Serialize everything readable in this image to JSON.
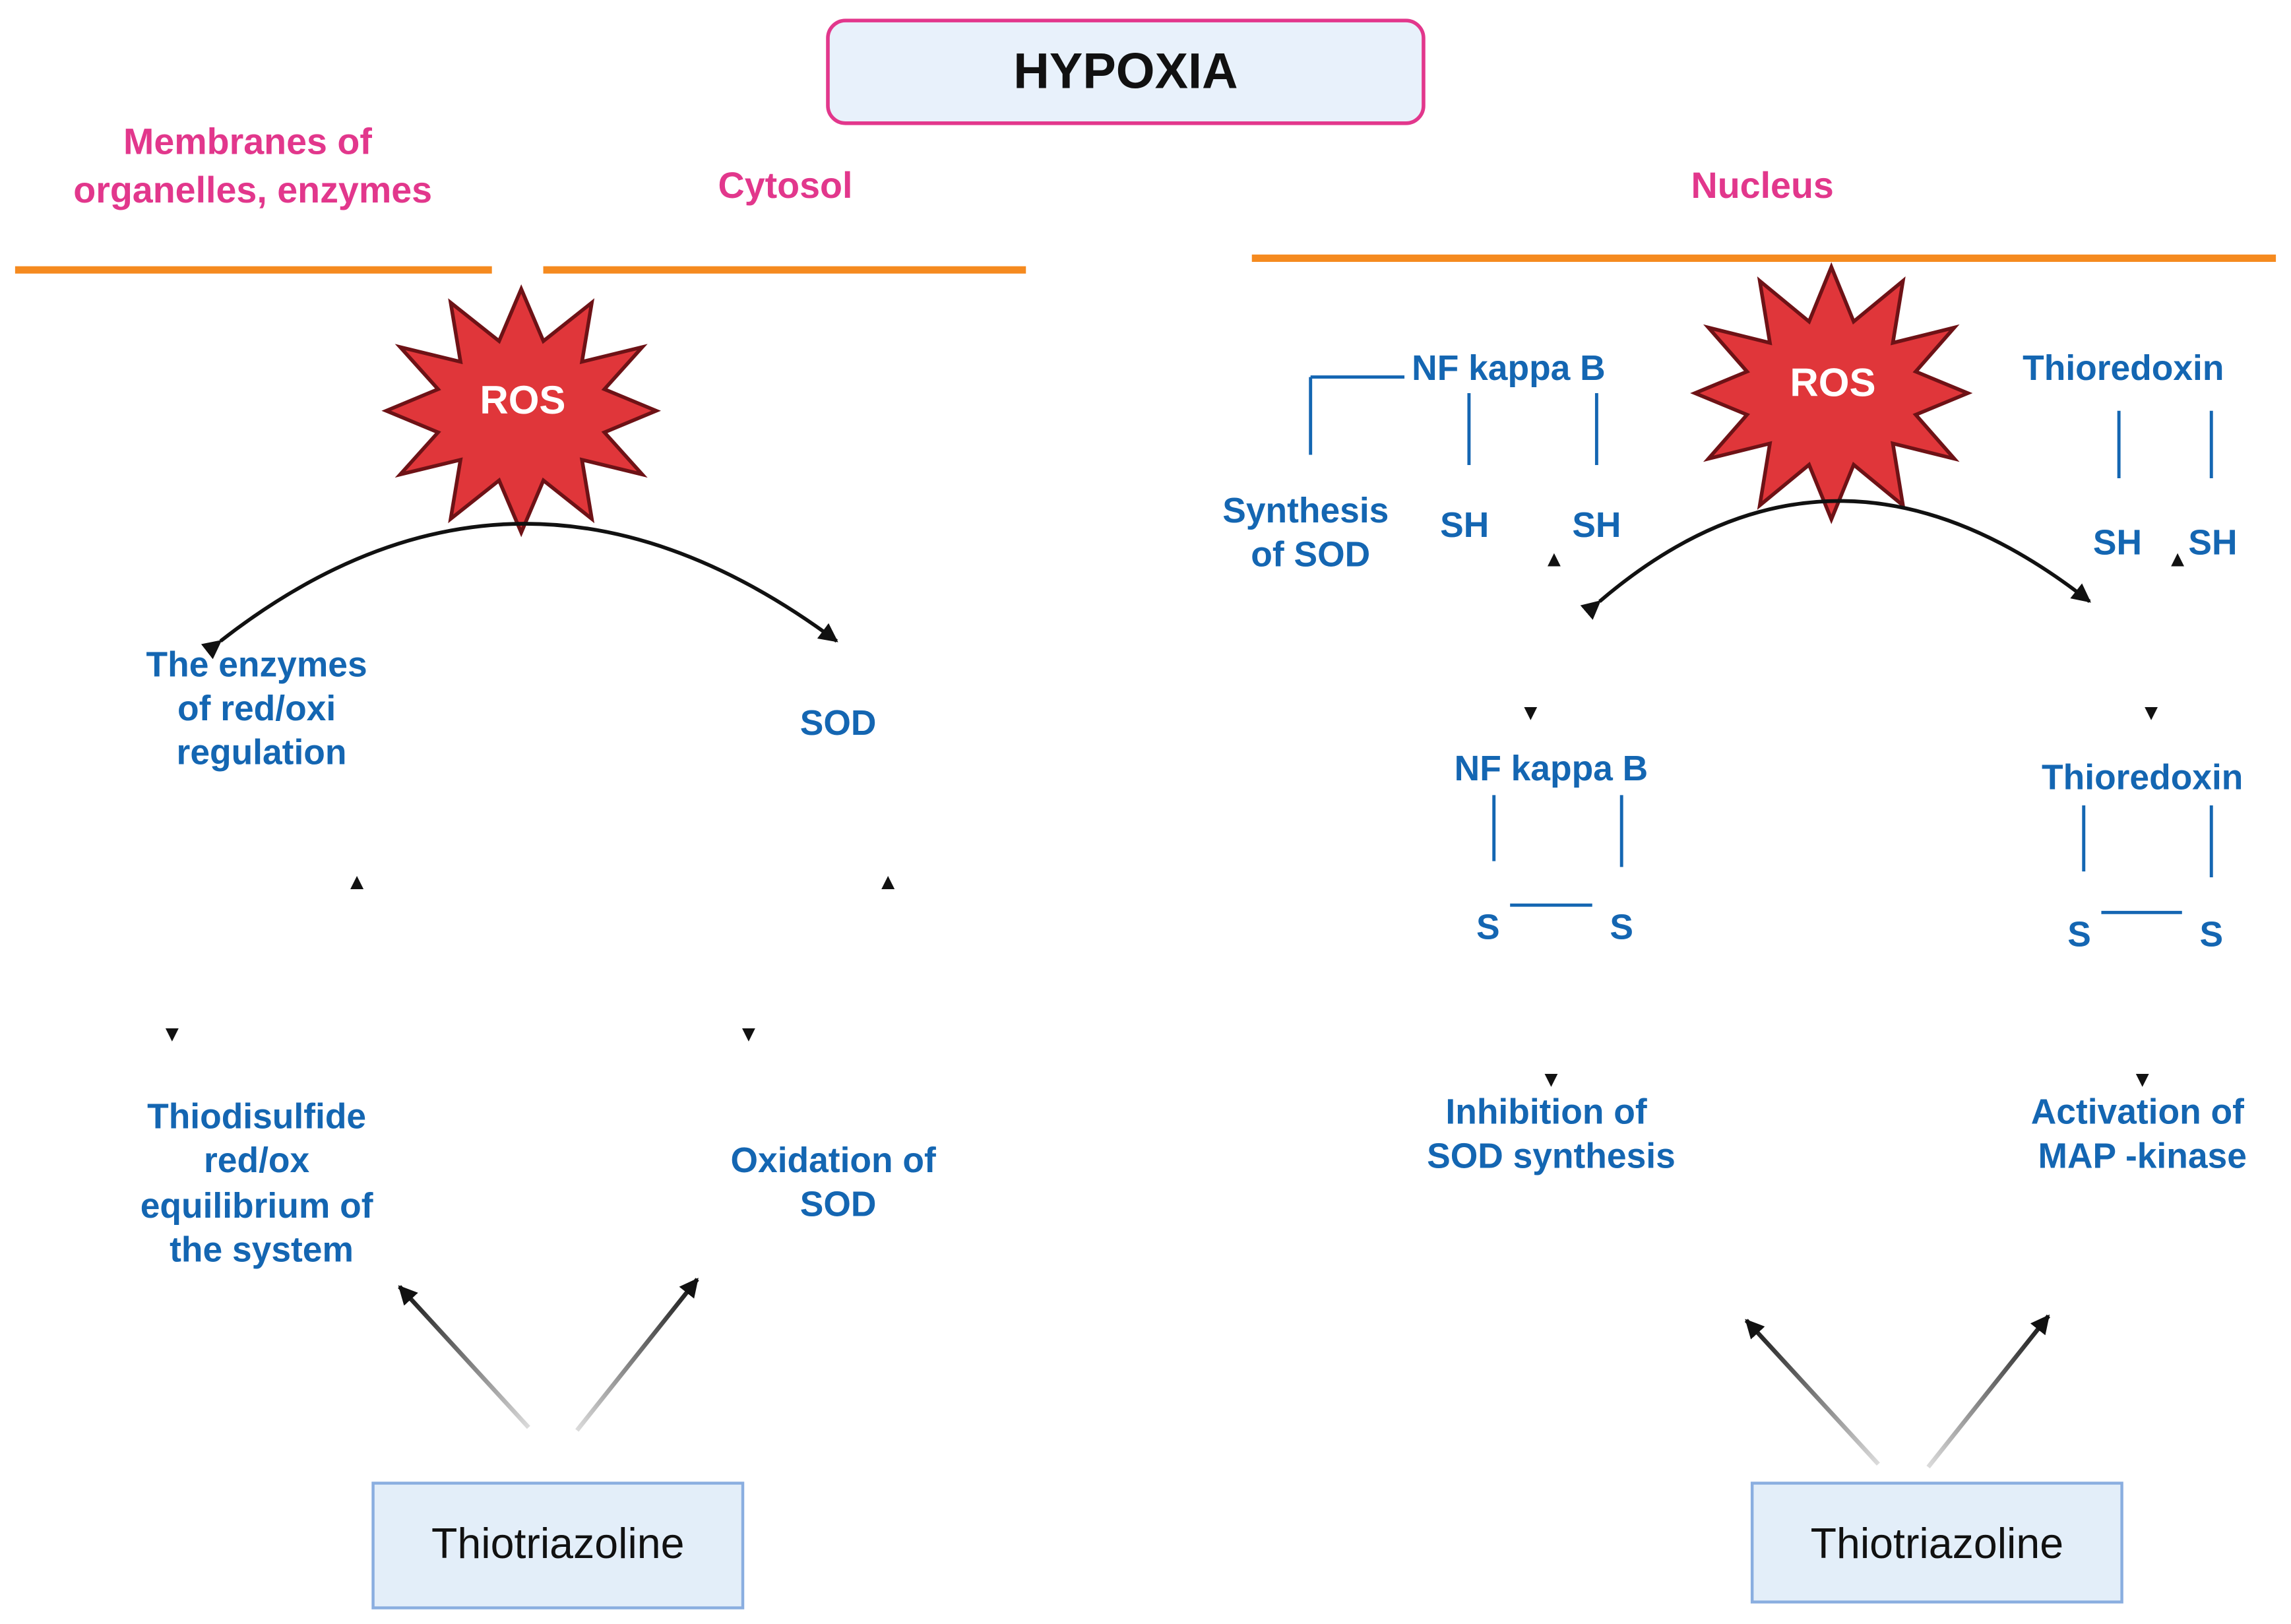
{
  "title": "HYPOXIA",
  "colors": {
    "compartment_label": "#e2378c",
    "text_blue": "#1466b2",
    "membrane_line": "#f58a1f",
    "ros_fill": "#e0363a",
    "box_fill": "#e3eef9",
    "box_border": "#8aaee0",
    "title_fill": "#e8f1fb",
    "title_border": "#e2378c"
  },
  "compartments": {
    "membranes": [
      "Membranes of",
      "organelles, enzymes"
    ],
    "cytosol": "Cytosol",
    "nucleus": "Nucleus"
  },
  "ros_label": "ROS",
  "left": {
    "enzymes": [
      "The enzymes",
      "of red/oxi",
      "regulation"
    ],
    "sod": "SOD",
    "thiodisulfide": [
      "Thiodisulfide",
      "red/ox",
      "equilibrium of",
      "the system"
    ],
    "oxidation": [
      "Oxidation of",
      "SOD"
    ],
    "drug": "Thiotriazoline"
  },
  "right": {
    "nfkb_top": "NF kappa B",
    "synthesis": [
      "Synthesis",
      "of SOD"
    ],
    "sh": "SH",
    "thioredoxin_top": "Thioredoxin",
    "nfkb_mid": "NF kappa B",
    "thioredoxin_mid": "Thioredoxin",
    "s": "S",
    "inhibition": [
      "Inhibition of",
      "SOD synthesis"
    ],
    "activation": [
      "Activation of",
      "MAP -kinase"
    ],
    "drug": "Thiotriazoline"
  }
}
